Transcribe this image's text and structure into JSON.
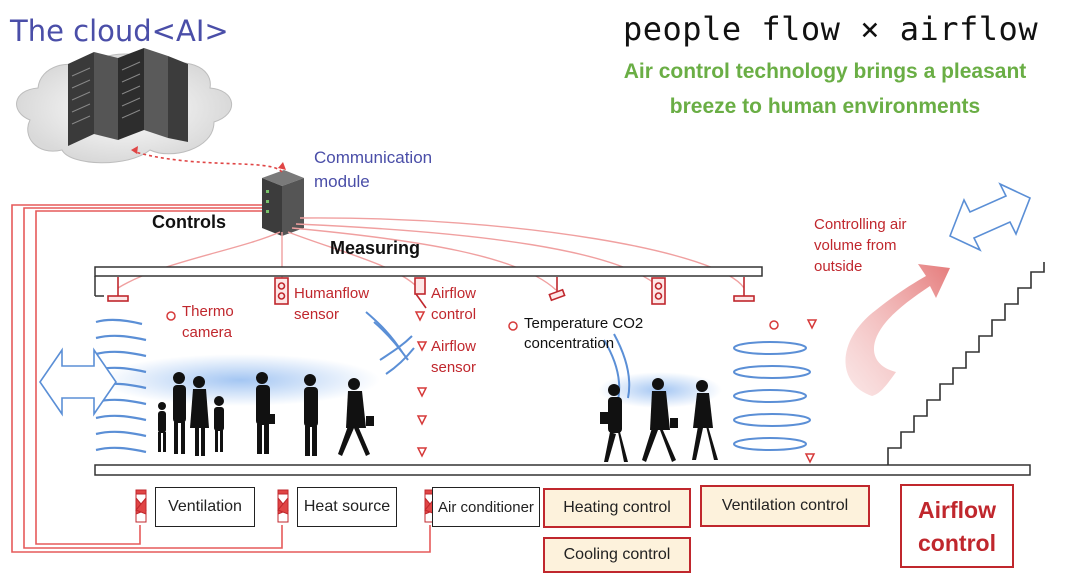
{
  "header": {
    "cloud_title": "The cloud<AI>",
    "headline": "people flow × airflow",
    "subtitle_line1": "Air control technology brings a pleasant",
    "subtitle_line2": "breeze to human environments"
  },
  "labels": {
    "communication_module": "Communication module",
    "controls": "Controls",
    "measuring": "Measuring",
    "thermo_camera": "Thermo camera",
    "humanflow_sensor": "Humanflow sensor",
    "airflow_control": "Airflow control",
    "airflow_sensor": "Airflow sensor",
    "temperature_co2": "Temperature CO2 concentration",
    "controlling_air_volume": "Controlling air volume from outside"
  },
  "equipment": {
    "ventilation": "Ventilation",
    "heat_source": "Heat source",
    "air_conditioner": "Air conditioner"
  },
  "control_boxes": {
    "heating_control": "Heating control",
    "cooling_control": "Cooling control",
    "ventilation_control": "Ventilation control",
    "airflow_control_line1": "Airflow",
    "airflow_control_line2": "control"
  },
  "colors": {
    "cloud_title": "#4a4ea8",
    "subtitle_green": "#6aae45",
    "control_red": "#c0272d",
    "box_fill": "#fdf2dc",
    "airflow_blue": "#5b8fd6"
  }
}
